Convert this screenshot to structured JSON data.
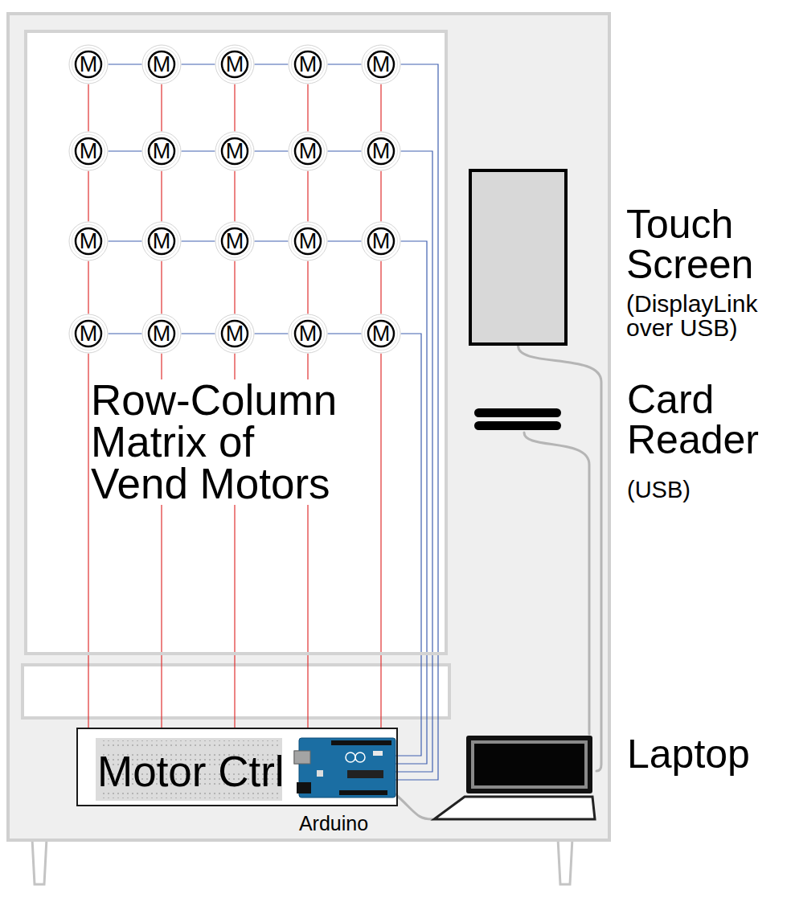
{
  "diagram": {
    "nodes": [
      {
        "text": [
          "Row-Column Matrix of Vend Motors"
        ]
      },
      {
        "text": [
          "M"
        ],
        "in": 0
      },
      {
        "text": [
          "M"
        ],
        "in": 0
      },
      {
        "text": [
          "M"
        ],
        "in": 0
      },
      {
        "text": [
          "M"
        ],
        "in": 0
      },
      {
        "text": [
          "M"
        ],
        "in": 0
      },
      {
        "text": [
          "M"
        ],
        "in": 0
      },
      {
        "text": [
          "M"
        ],
        "in": 0
      },
      {
        "text": [
          "M"
        ],
        "in": 0
      },
      {
        "text": [
          "M"
        ],
        "in": 0
      },
      {
        "text": [
          "M"
        ],
        "in": 0
      },
      {
        "text": [
          "M"
        ],
        "in": 0
      },
      {
        "text": [
          "M"
        ],
        "in": 0
      },
      {
        "text": [
          "M"
        ],
        "in": 0
      },
      {
        "text": [
          "M"
        ],
        "in": 0
      },
      {
        "text": [
          "M"
        ],
        "in": 0
      },
      {
        "text": [
          "M"
        ],
        "in": 0
      },
      {
        "text": [
          "M"
        ],
        "in": 0
      },
      {
        "text": [
          "M"
        ],
        "in": 0
      },
      {
        "text": [
          "M"
        ],
        "in": 0
      },
      {
        "text": [
          "M"
        ],
        "in": 0
      },
      {
        "text": [
          "Touch Screen",
          "(DisplayLink over USB)"
        ]
      },
      {
        "text": [
          "Card Reader",
          "(USB)"
        ]
      },
      {
        "text": [
          "Motor Ctrl"
        ]
      },
      {
        "text": [
          "Arduino"
        ],
        "in": 23
      },
      {
        "text": [
          "Laptop"
        ]
      }
    ],
    "edges": [
      {
        "from": 1,
        "to": 2,
        "arrow": "none"
      },
      {
        "from": 2,
        "to": 3,
        "arrow": "none"
      },
      {
        "from": 3,
        "to": 4,
        "arrow": "none"
      },
      {
        "from": 4,
        "to": 5,
        "arrow": "none"
      },
      {
        "from": 6,
        "to": 7,
        "arrow": "none"
      },
      {
        "from": 7,
        "to": 8,
        "arrow": "none"
      },
      {
        "from": 8,
        "to": 9,
        "arrow": "none"
      },
      {
        "from": 9,
        "to": 10,
        "arrow": "none"
      },
      {
        "from": 11,
        "to": 12,
        "arrow": "none"
      },
      {
        "from": 12,
        "to": 13,
        "arrow": "none"
      },
      {
        "from": 13,
        "to": 14,
        "arrow": "none"
      },
      {
        "from": 14,
        "to": 15,
        "arrow": "none"
      },
      {
        "from": 16,
        "to": 17,
        "arrow": "none"
      },
      {
        "from": 17,
        "to": 18,
        "arrow": "none"
      },
      {
        "from": 18,
        "to": 19,
        "arrow": "none"
      },
      {
        "from": 19,
        "to": 20,
        "arrow": "none"
      },
      {
        "from": 1,
        "to": 6,
        "arrow": "none"
      },
      {
        "from": 6,
        "to": 11,
        "arrow": "none"
      },
      {
        "from": 11,
        "to": 16,
        "arrow": "none"
      },
      {
        "from": 2,
        "to": 7,
        "arrow": "none"
      },
      {
        "from": 7,
        "to": 12,
        "arrow": "none"
      },
      {
        "from": 12,
        "to": 17,
        "arrow": "none"
      },
      {
        "from": 3,
        "to": 8,
        "arrow": "none"
      },
      {
        "from": 8,
        "to": 13,
        "arrow": "none"
      },
      {
        "from": 13,
        "to": 18,
        "arrow": "none"
      },
      {
        "from": 4,
        "to": 9,
        "arrow": "none"
      },
      {
        "from": 9,
        "to": 14,
        "arrow": "none"
      },
      {
        "from": 14,
        "to": 19,
        "arrow": "none"
      },
      {
        "from": 5,
        "to": 10,
        "arrow": "none"
      },
      {
        "from": 10,
        "to": 15,
        "arrow": "none"
      },
      {
        "from": 15,
        "to": 20,
        "arrow": "none"
      },
      {
        "from": 16,
        "to": 23,
        "arrow": "none"
      },
      {
        "from": 17,
        "to": 23,
        "arrow": "none"
      },
      {
        "from": 18,
        "to": 23,
        "arrow": "none"
      },
      {
        "from": 19,
        "to": 23,
        "arrow": "none"
      },
      {
        "from": 20,
        "to": 23,
        "arrow": "none"
      },
      {
        "from": 5,
        "to": 24,
        "arrow": "none"
      },
      {
        "from": 10,
        "to": 24,
        "arrow": "none"
      },
      {
        "from": 15,
        "to": 24,
        "arrow": "none"
      },
      {
        "from": 20,
        "to": 24,
        "arrow": "none"
      },
      {
        "from": 21,
        "to": 25,
        "arrow": "none"
      },
      {
        "from": 22,
        "to": 25,
        "arrow": "none"
      },
      {
        "from": 24,
        "to": 25,
        "arrow": "none"
      }
    ]
  }
}
